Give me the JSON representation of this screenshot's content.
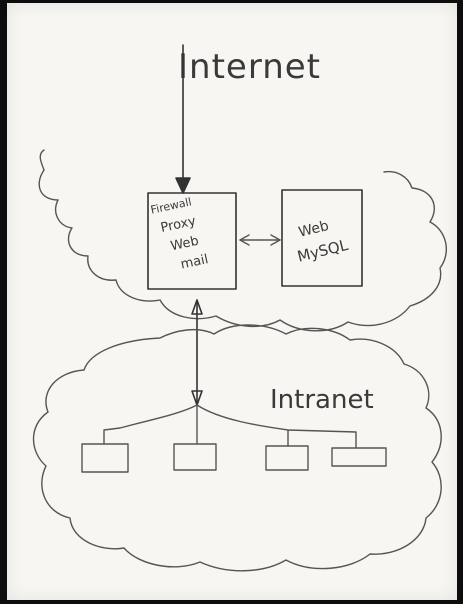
{
  "diagram": {
    "top_label": "Internet",
    "gateway_box": {
      "lines": [
        "Firewall",
        "Proxy",
        "Web",
        "mail"
      ]
    },
    "server_box": {
      "lines": [
        "Web",
        "MySQL"
      ]
    },
    "lan_label": "Intranet",
    "workstation_count": 4
  }
}
